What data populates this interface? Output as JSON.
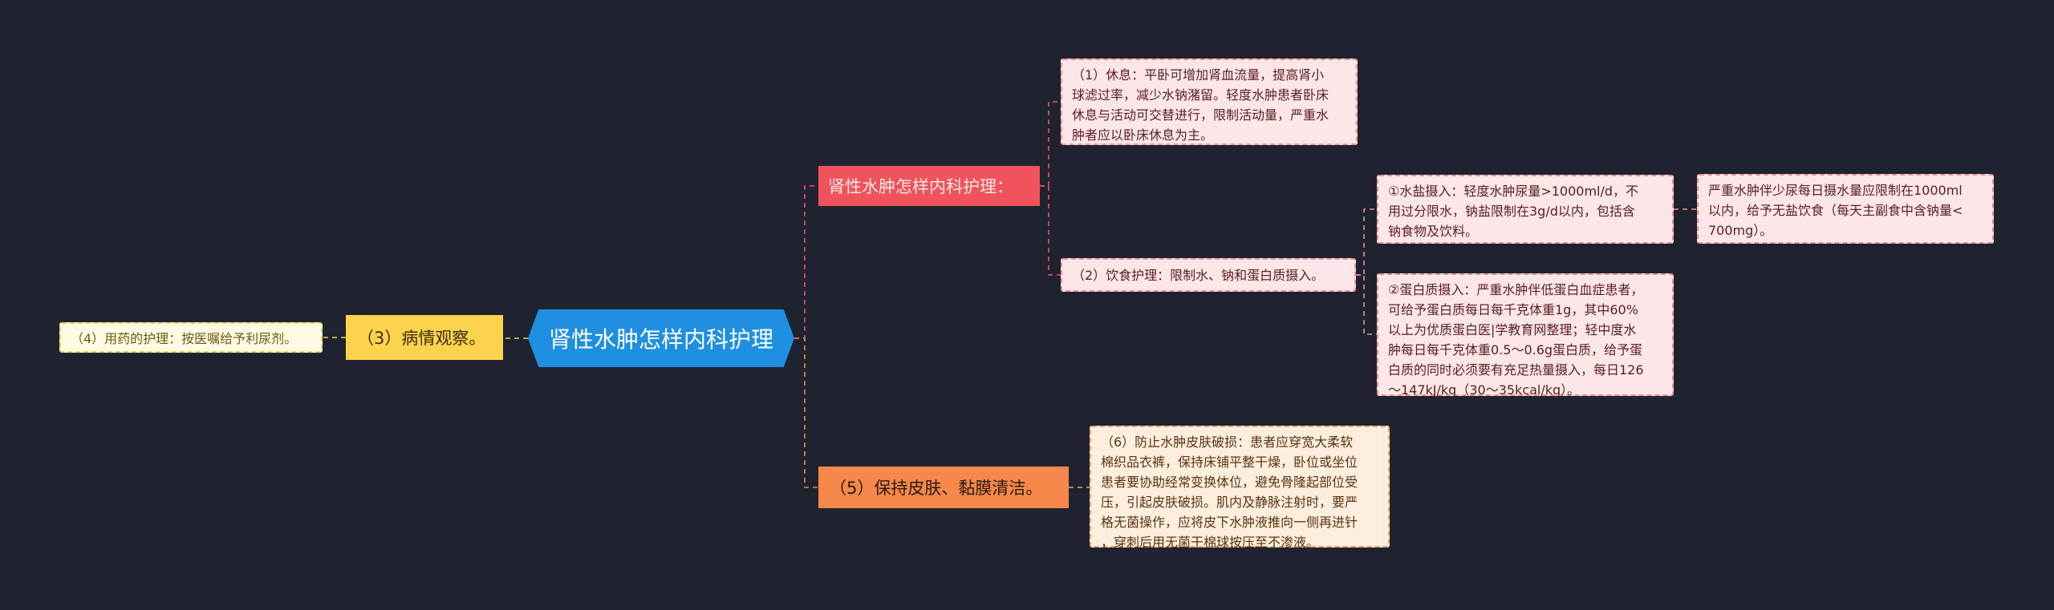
{
  "diagram": {
    "root": "肾性水肿怎样内科护理",
    "branches": {
      "internal_care": "肾性水肿怎样内科护理：",
      "skin_care": "（5）保持皮肤、黏膜清洁。",
      "observation": "（3）病情观察。"
    },
    "leaves": {
      "medication": "（4）用药的护理：按医嘱给予利尿剂。",
      "rest": "（1）休息：平卧可增加肾血流量，提高肾小\n球滤过率，减少水钠潴留。轻度水肿患者卧床\n休息与活动可交替进行，限制活动量，严重水\n肿者应以卧床休息为主。",
      "diet": "（2）饮食护理：限制水、钠和蛋白质摄入。",
      "water_salt": "①水盐摄入：轻度水肿尿量>1000ml/d，不\n用过分限水，钠盐限制在3g/d以内，包括含\n钠食物及饮料。",
      "water_salt_severe": "严重水肿伴少尿每日摄水量应限制在1000ml\n以内，给予无盐饮食（每天主副食中含钠量<\n700mg）。",
      "protein": "②蛋白质摄入：严重水肿伴低蛋白血症患者，\n可给予蛋白质每日每千克体重1g，其中60%\n以上为优质蛋白医|学教育网整理；轻中度水\n肿每日每千克体重0.5～0.6g蛋白质，给予蛋\n白质的同时必须要有充足热量摄入，每日126\n～147kJ/kg（30～35kcal/kg）。",
      "skin": "（6）防止水肿皮肤破损：患者应穿宽大柔软\n棉织品衣裤，保持床铺平整干燥，卧位或坐位\n患者要协助经常变换体位，避免骨隆起部位受\n压，引起皮肤破损。肌内及静脉注射时，要严\n格无菌操作，应将皮下水肿液推向一侧再进针\n，穿刺后用无菌干棉球按压至不渗液。"
    }
  },
  "colors": {
    "background": "#1f2330",
    "root": "#1e8fe1",
    "red_branch": "#f0535b",
    "orange_branch": "#f5884a",
    "yellow_branch": "#fcd34d"
  }
}
